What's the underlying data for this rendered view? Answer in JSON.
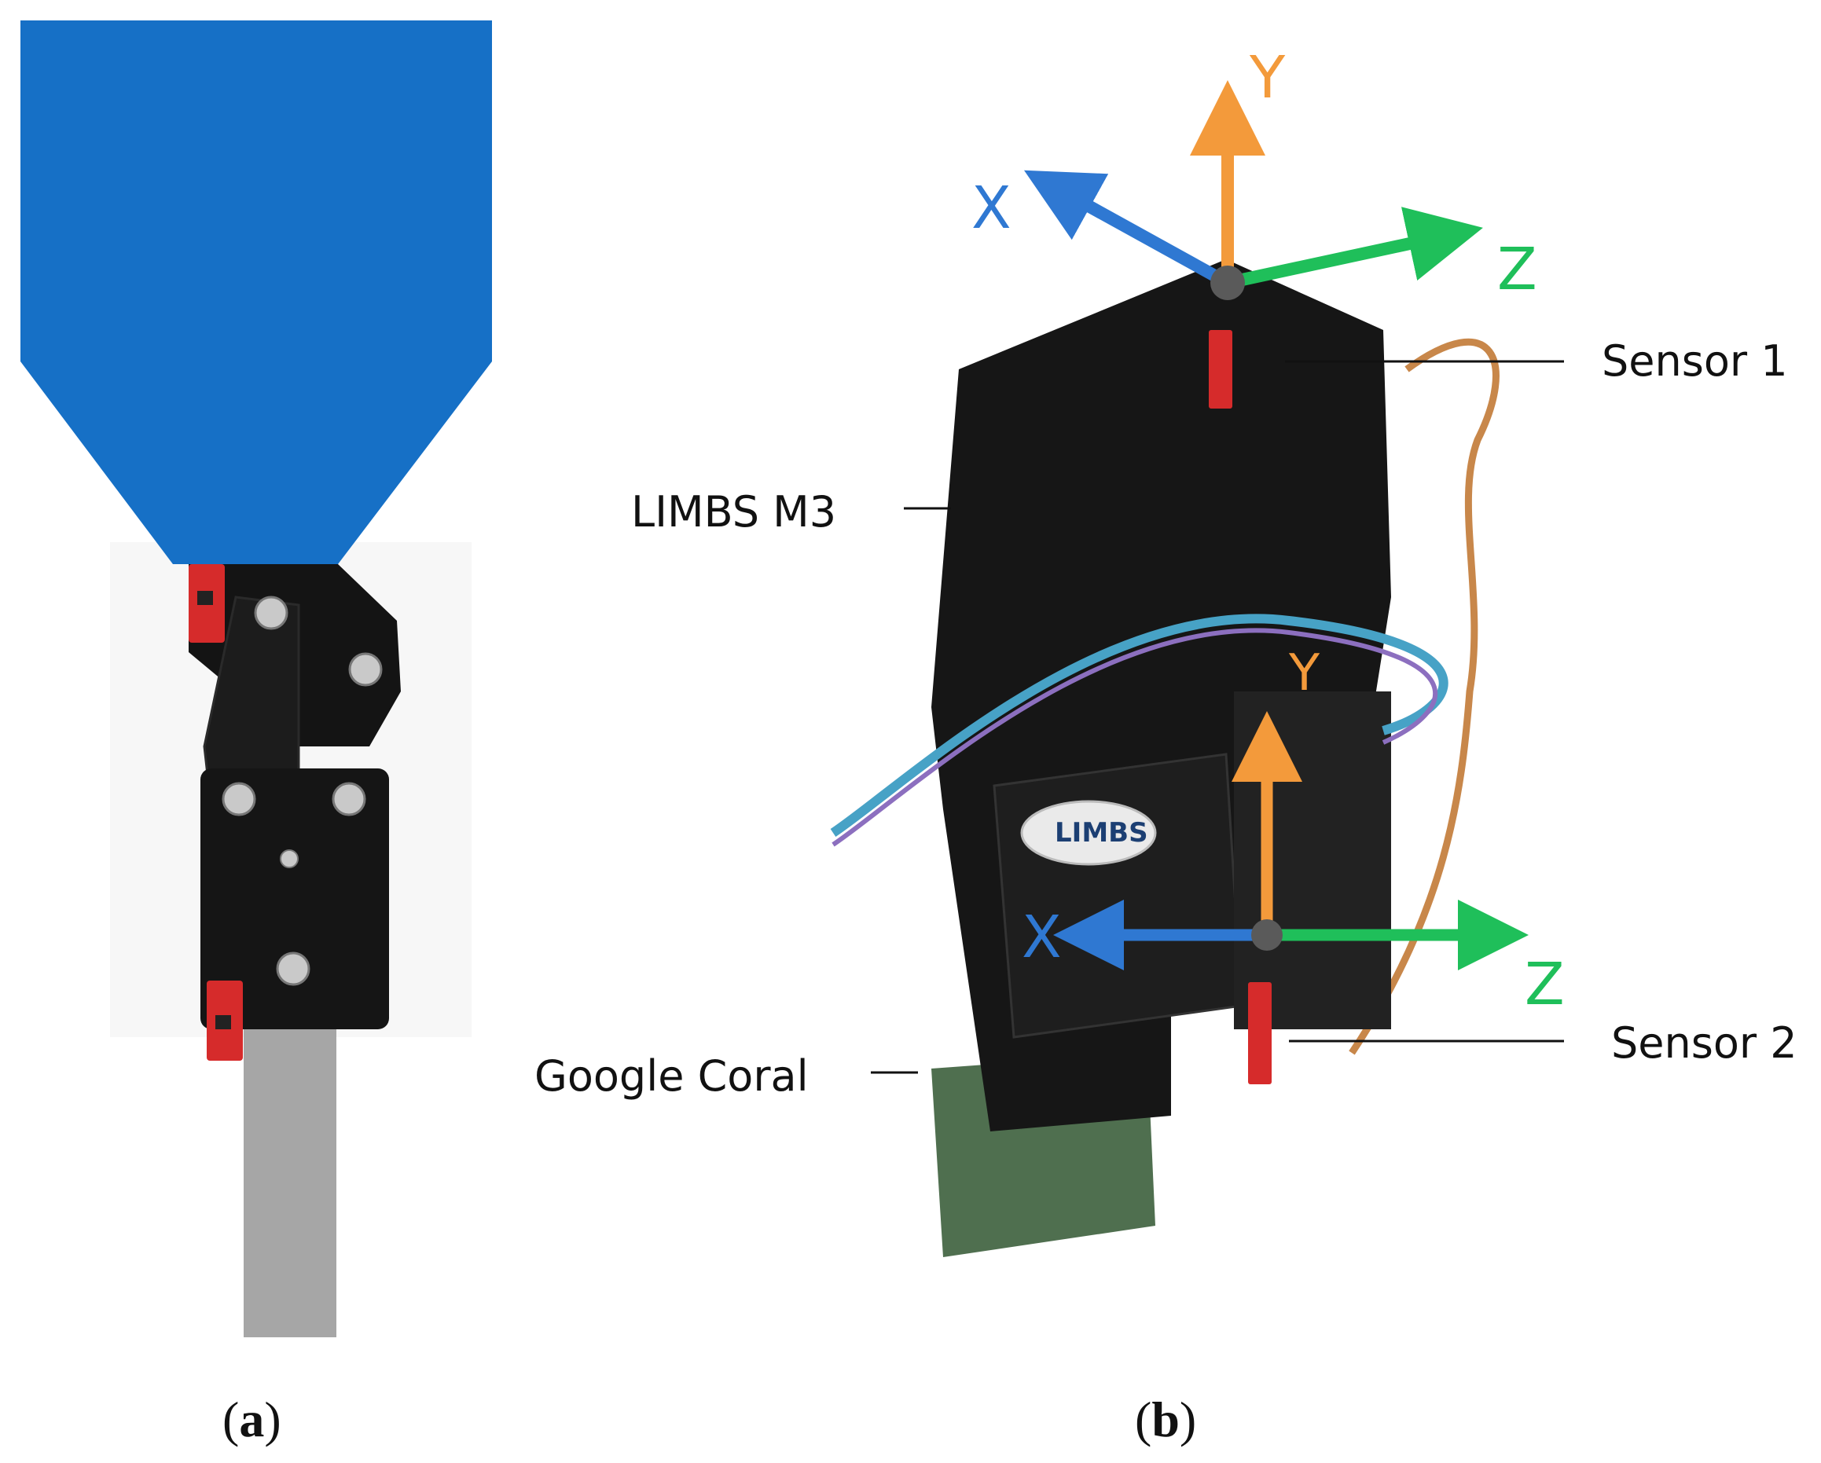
{
  "figure": {
    "panel_a": {
      "label_open": "(",
      "label_letter": "a",
      "label_close": ")"
    },
    "panel_b": {
      "label_open": "(",
      "label_letter": "b",
      "label_close": ")",
      "callouts": {
        "sensor1": "Sensor 1",
        "sensor2": "Sensor 2",
        "limbs": "LIMBS M3",
        "coral": "Google Coral"
      },
      "axes_top": {
        "x": "X",
        "y": "Y",
        "z": "Z"
      },
      "axes_bottom": {
        "x": "X",
        "y": "Y",
        "z": "Z"
      },
      "logo_text": "LIMBS"
    },
    "colors": {
      "socket_blue": "#1670c6",
      "pylon_gray": "#a6a6a6",
      "device_black": "#161616",
      "sensor_red": "#d62b2b",
      "axis_x_blue": "#2f78d2",
      "axis_y_orange": "#f39a3b",
      "axis_z_green": "#1fbf5a",
      "pcb_green": "#4f6f4f"
    }
  }
}
